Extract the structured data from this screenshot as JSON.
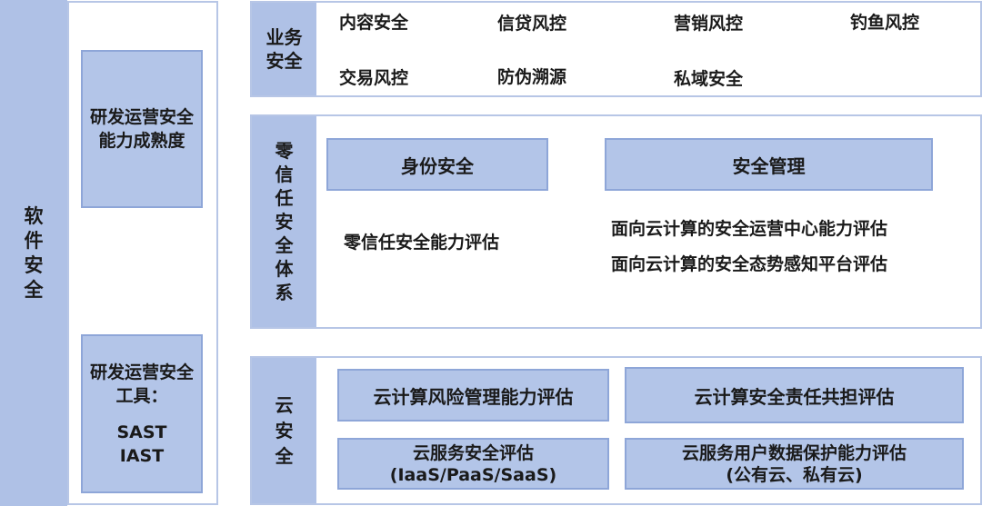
{
  "software_security": {
    "label": "软件安全"
  },
  "maturity": {
    "line1": "研发运营安全",
    "line2": "能力成熟度"
  },
  "tools": {
    "line1": "研发运营安全",
    "line2": "工具：",
    "items": [
      "SAST",
      "IAST"
    ]
  },
  "business": {
    "label_line1": "业务",
    "label_line2": "安全",
    "items": [
      "内容安全",
      "信贷风控",
      "营销风控",
      "钓鱼风控",
      "交易风控",
      "防伪溯源",
      "私域安全"
    ]
  },
  "zero_trust": {
    "label": "零信任安全体系",
    "identity": "身份安全",
    "management": "安全管理",
    "assessment": "零信任安全能力评估",
    "cloud_items": [
      "面向云计算的安全运营中心能力评估",
      "面向云计算的安全态势感知平台评估"
    ]
  },
  "cloud_security": {
    "label": "云安全",
    "risk": "云计算风险管理能力评估",
    "shared": "云计算安全责任共担评估",
    "service_line1": "云服务安全评估",
    "service_line2": "(IaaS/PaaS/SaaS)",
    "data_line1": "云服务用户数据保护能力评估",
    "data_line2": "(公有云、私有云)"
  },
  "colors": {
    "label_bg": "#afc1e6",
    "box_bg": "#b3c5e8",
    "border": "#b7c6e6"
  }
}
